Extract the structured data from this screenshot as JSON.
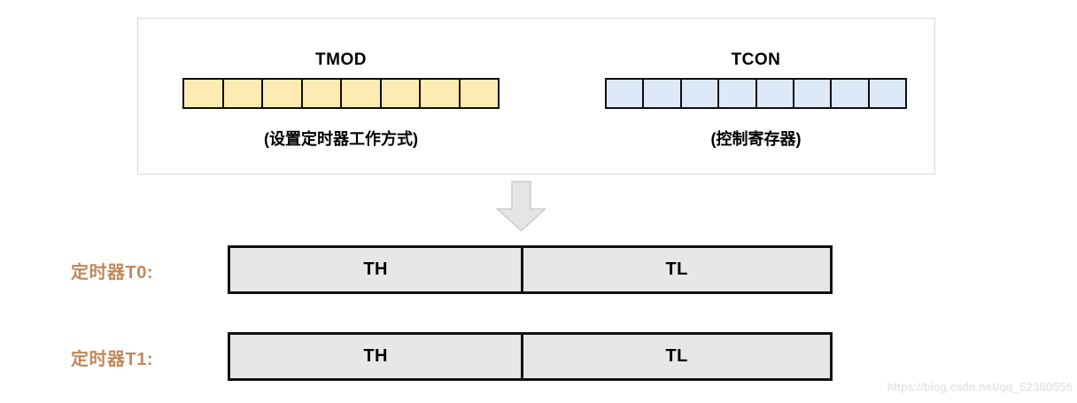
{
  "diagram": {
    "top_panel": {
      "registers": [
        {
          "name": "TMOD",
          "caption": "(设置定时器工作方式)",
          "cells": 8,
          "fill": "#FDEBB2"
        },
        {
          "name": "TCON",
          "caption": "(控制寄存器)",
          "cells": 8,
          "fill": "#DDE9F8"
        }
      ]
    },
    "arrow_icon": "down-arrow",
    "timers": [
      {
        "label": "定时器T0:",
        "segments": [
          "TH",
          "TL"
        ]
      },
      {
        "label": "定时器T1:",
        "segments": [
          "TH",
          "TL"
        ]
      }
    ],
    "watermark": "https://blog.csdn.net/qq_52380556",
    "colors": {
      "tmod_cell_fill": "#FDEBB2",
      "tcon_cell_fill": "#DDE9F8",
      "timer_box_fill": "#E8E7E7",
      "timer_label_color": "#C1895C",
      "panel_border": "#D9D9D9",
      "cell_border": "#0D0D0D",
      "arrow_fill": "#E5E5E5",
      "arrow_border": "#CBCBCB",
      "watermark_color": "#E4E4E4"
    }
  }
}
